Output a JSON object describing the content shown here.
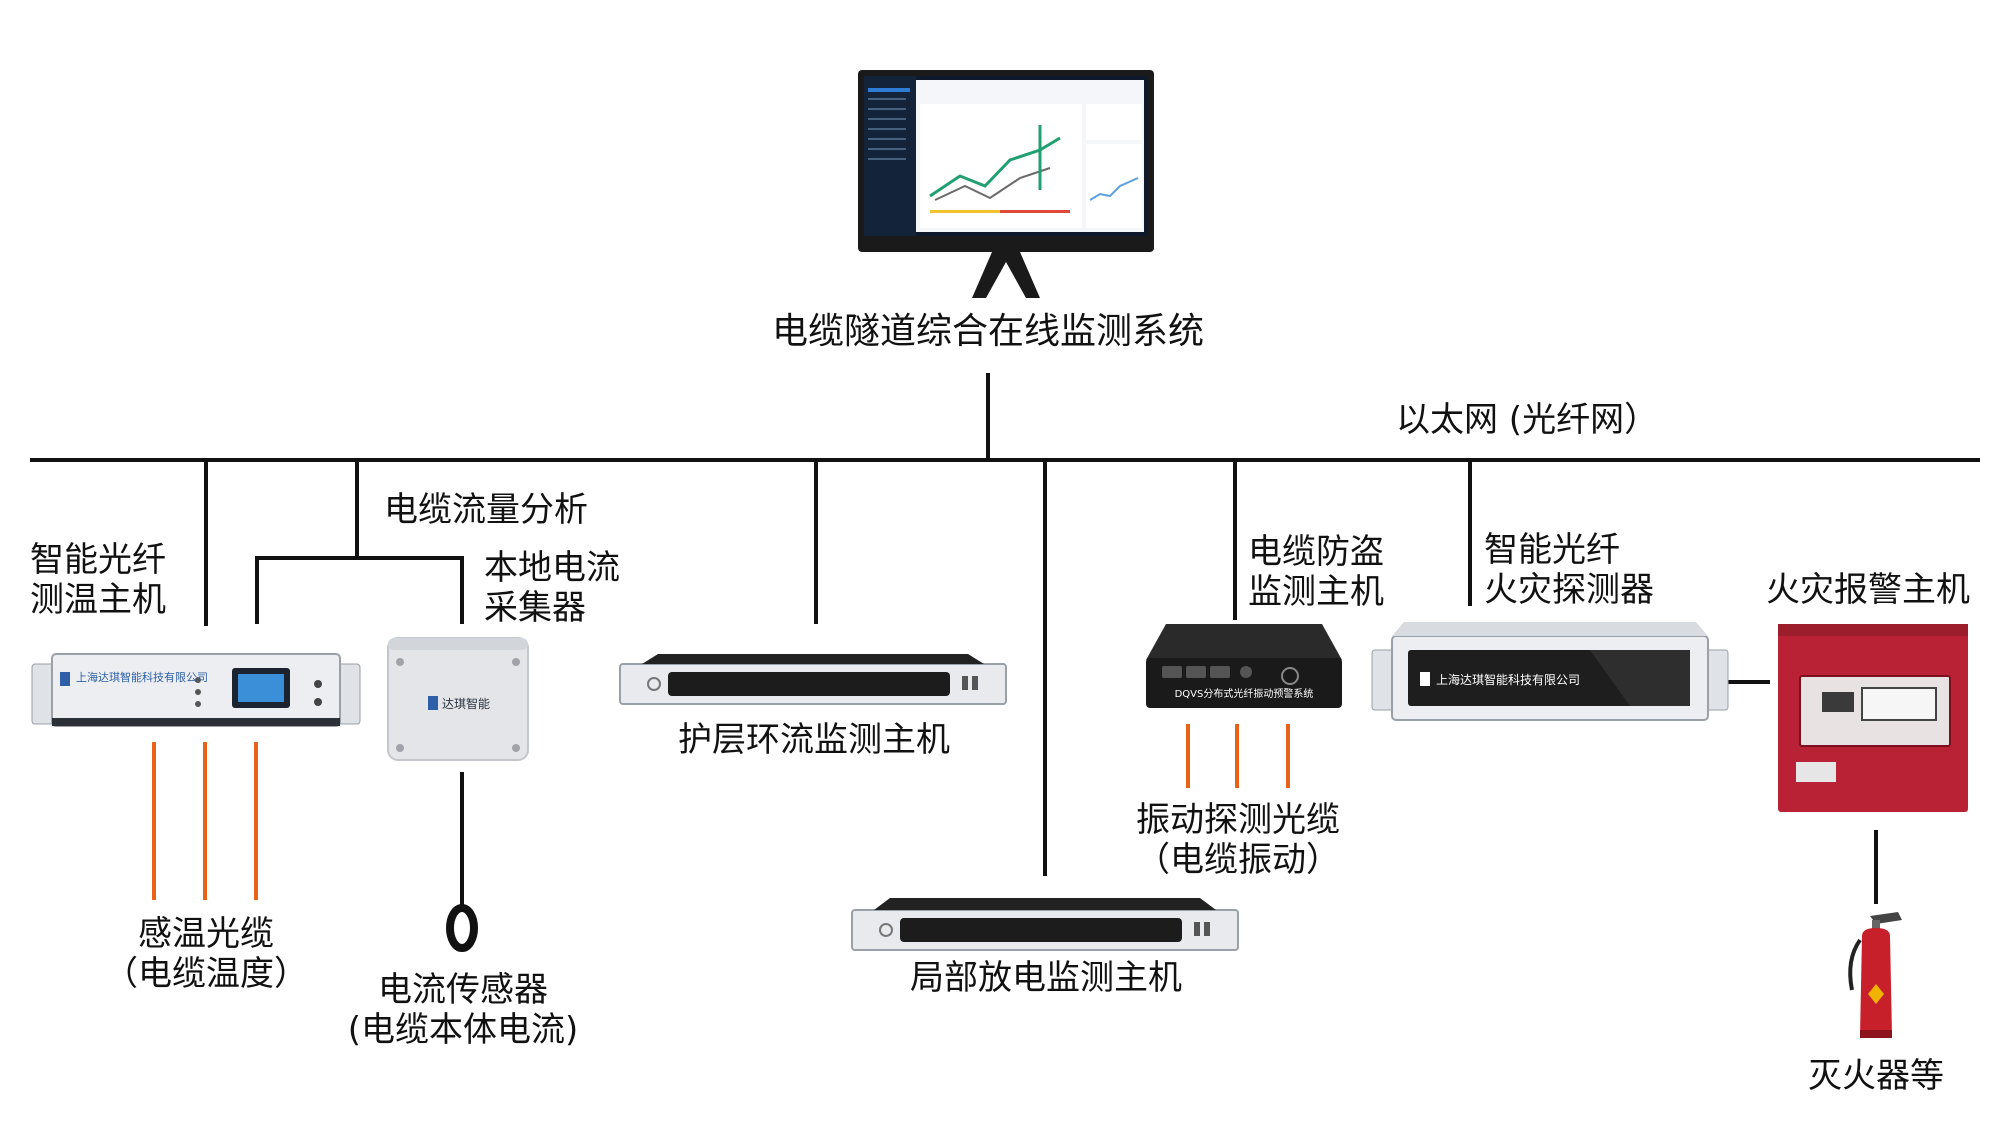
{
  "system": {
    "title": "电缆隧道综合在线监测系统",
    "network_label": "以太网 (光纤网）"
  },
  "branch": {
    "flow_label": "电缆流量分析"
  },
  "devices": {
    "fiber_temp_host": {
      "line1": "智能光纤",
      "line2": "测温主机",
      "brand": "上海达琪智能科技有限公司"
    },
    "current_collector": {
      "line1": "本地电流",
      "line2": "采集器",
      "brand": "达琪智能"
    },
    "sheath_host": {
      "label": "护层环流监测主机"
    },
    "partial_discharge_host": {
      "label": "局部放电监测主机"
    },
    "anti_theft_host": {
      "line1": "电缆防盗",
      "line2": "监测主机",
      "device_text": "DQVS分布式光纤振动预警系统"
    },
    "fire_detector": {
      "line1": "智能光纤",
      "line2": "火灾探测器",
      "brand": "上海达琪智能科技有限公司"
    },
    "fire_alarm_host": {
      "label": "火灾报警主机"
    }
  },
  "sensors": {
    "temp_cable": {
      "line1": "感温光缆",
      "line2": "（电缆温度）"
    },
    "current_sensor": {
      "line1": "电流传感器",
      "line2": "(电缆本体电流)"
    },
    "vibration_cable": {
      "line1": "振动探测光缆",
      "line2": "（电缆振动）"
    },
    "extinguisher": {
      "label": "灭火器等"
    }
  },
  "colors": {
    "line": "#111111",
    "fiber": "#e8621a",
    "alarm_red": "#b82234",
    "device_silver": "#e4e6ea",
    "screen_dark": "#0e1a2b"
  }
}
